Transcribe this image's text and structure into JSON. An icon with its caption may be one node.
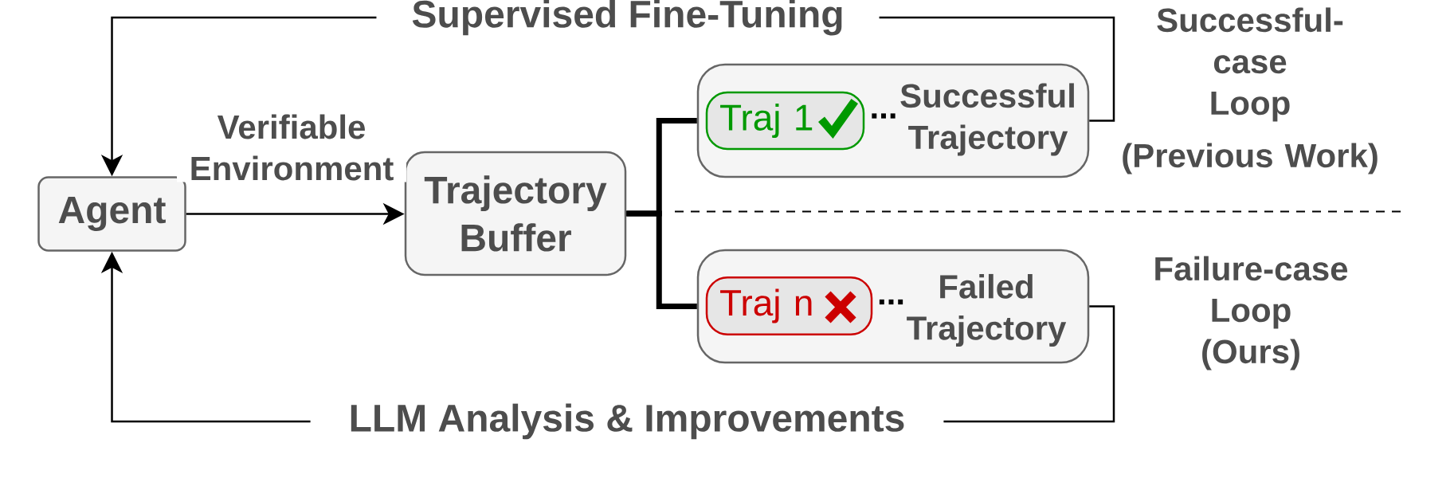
{
  "diagram": {
    "nodes": [
      {
        "text": [
          "Agent"
        ]
      },
      {
        "text": [
          "Trajectory Buffer"
        ]
      },
      {
        "text": [
          "...",
          "Successful Trajectory"
        ]
      },
      {
        "text": [
          "Traj 1"
        ],
        "in": 2
      },
      {
        "text": [
          "...",
          "Failed Trajectory"
        ]
      },
      {
        "text": [
          "Traj n"
        ],
        "in": 4
      }
    ],
    "edges": [
      {
        "from": 0,
        "to": 1,
        "arrow": "to",
        "label": "Verifiable Environment"
      },
      {
        "from": 1,
        "to": 2,
        "arrow": "none",
        "style": "thick"
      },
      {
        "from": 1,
        "to": 4,
        "arrow": "none",
        "style": "thick"
      },
      {
        "from": 2,
        "to": 0,
        "arrow": "to",
        "label": "Supervised Fine-Tuning"
      },
      {
        "from": 4,
        "to": 0,
        "arrow": "to",
        "label": "LLM Analysis & Improvements"
      }
    ],
    "labels": [
      "Successful-case Loop",
      "(Previous Work)",
      "Failure-case Loop (Ours)"
    ]
  }
}
